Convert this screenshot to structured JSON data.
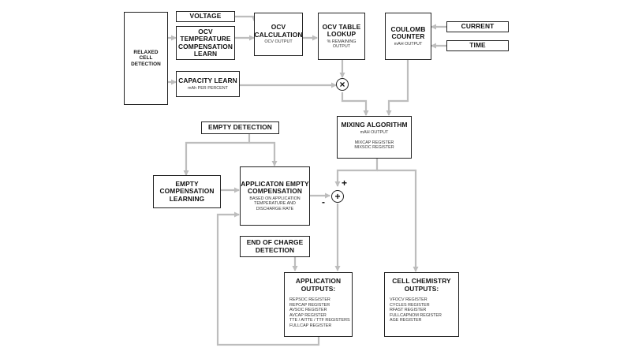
{
  "blocks": {
    "relaxed": {
      "title": "RELAXED CELL DETECTION"
    },
    "voltage": {
      "title": "VOLTAGE"
    },
    "ocv_temp": {
      "title": "OCV TEMPERATURE COMPENSATION LEARN"
    },
    "ocv_calc": {
      "title": "OCV CALCULATION",
      "sub": "OCV OUTPUT"
    },
    "ocv_table": {
      "title": "OCV TABLE LOOKUP",
      "sub": "% REMAINING OUTPUT"
    },
    "coulomb": {
      "title": "COULOMB COUNTER",
      "sub": "mAH OUTPUT"
    },
    "current": {
      "title": "CURRENT"
    },
    "time": {
      "title": "TIME"
    },
    "capacity": {
      "title": "CAPACITY LEARN",
      "sub": "mAh PER PERCENT"
    },
    "empty_det": {
      "title": "EMPTY DETECTION"
    },
    "mixing": {
      "title": "MIXING ALGORITHM",
      "sub": "mAH OUTPUT",
      "regs": [
        "MIXCAP REGISTER",
        "MIXSOC REGISTER"
      ]
    },
    "empty_comp": {
      "title": "EMPTY COMPENSATION LEARNING"
    },
    "app_empty": {
      "title": "APPLICATON EMPTY COMPENSATION",
      "sub": "BASED ON APPLICATION TEMPERATURE AND DISCHARGE RATE"
    },
    "eoc": {
      "title": "END OF CHARGE DETECTION"
    },
    "app_out": {
      "title": "APPLICATION OUTPUTS:",
      "regs": [
        "REPSOC REGISTER",
        "REPCAP REGISTER",
        "AVSOC REGISTER",
        "AVCAP REGISTER",
        "TTE / AITTE / TTF REGISTERS",
        "FULLCAP REGISTER"
      ]
    },
    "chem_out": {
      "title": "CELL CHEMISTRY OUTPUTS:",
      "regs": [
        "VFOCV REGISTER",
        "CYCLES REGISTER",
        "RFAST REGISTER",
        "FULLCAPNOM REGISTER",
        "AGE REGISTER"
      ]
    }
  },
  "operators": {
    "multiply": "×",
    "add": "+",
    "plus_sign": "+",
    "minus_sign": "-"
  },
  "colors": {
    "connector": "#bdbdbd",
    "border": "#222222"
  }
}
